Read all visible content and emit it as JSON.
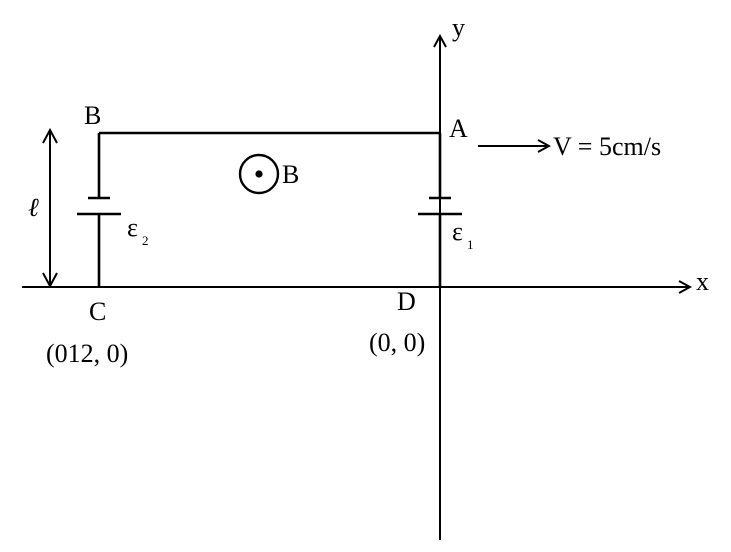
{
  "axes": {
    "x_label": "x",
    "y_label": "y"
  },
  "points": {
    "A": "A",
    "B": "B",
    "C": "C",
    "D": "D",
    "C_coord": "(012, 0)",
    "D_coord": "(0, 0)"
  },
  "field": {
    "label": "B"
  },
  "length": {
    "label": "ℓ"
  },
  "velocity": {
    "label": "V = 5cm/s"
  },
  "batteries": {
    "left": {
      "symbol": "ε",
      "subscript": "2"
    },
    "right": {
      "symbol": "ε",
      "subscript": "1"
    }
  }
}
